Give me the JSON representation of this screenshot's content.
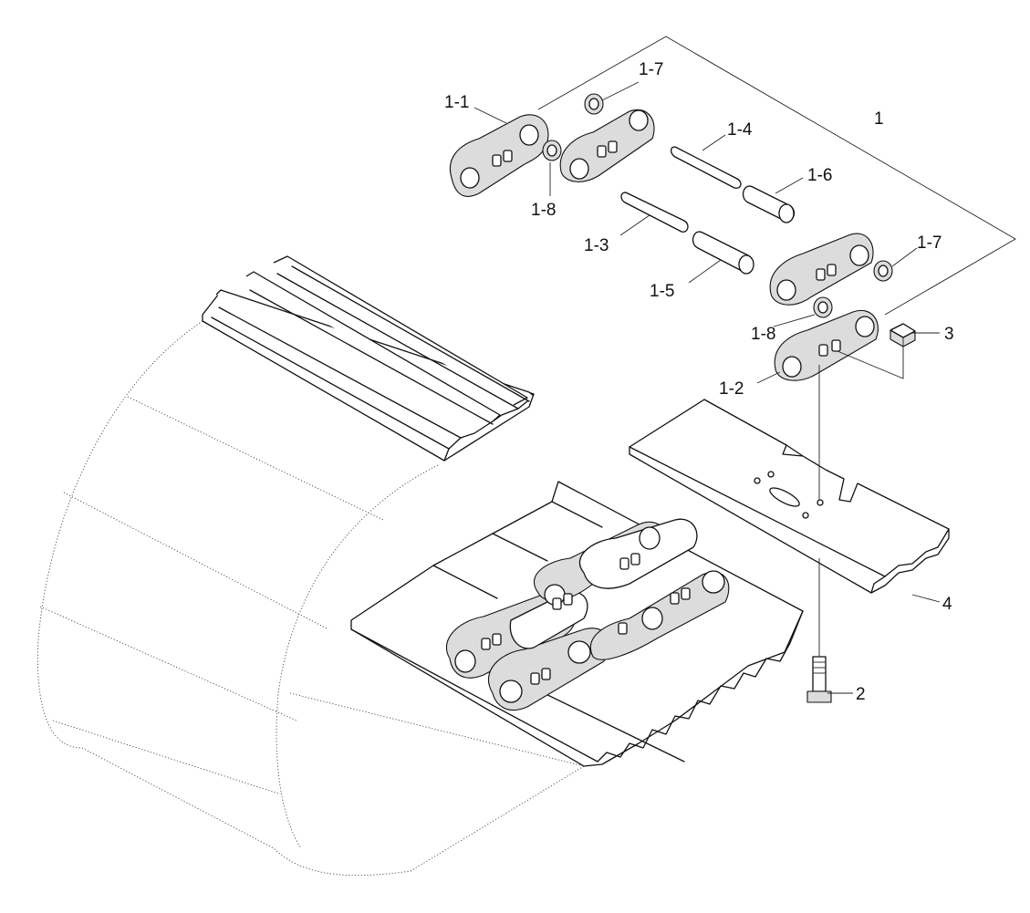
{
  "callouts": [
    {
      "id": "c1",
      "text": "1"
    },
    {
      "id": "c2",
      "text": "2"
    },
    {
      "id": "c3",
      "text": "3"
    },
    {
      "id": "c4",
      "text": "4"
    },
    {
      "id": "c1-1",
      "text": "1-1"
    },
    {
      "id": "c1-2",
      "text": "1-2"
    },
    {
      "id": "c1-3",
      "text": "1-3"
    },
    {
      "id": "c1-4",
      "text": "1-4"
    },
    {
      "id": "c1-5",
      "text": "1-5"
    },
    {
      "id": "c1-6",
      "text": "1-6"
    },
    {
      "id": "c1-7a",
      "text": "1-7"
    },
    {
      "id": "c1-7b",
      "text": "1-7"
    },
    {
      "id": "c1-8a",
      "text": "1-8"
    },
    {
      "id": "c1-8b",
      "text": "1-8"
    }
  ]
}
